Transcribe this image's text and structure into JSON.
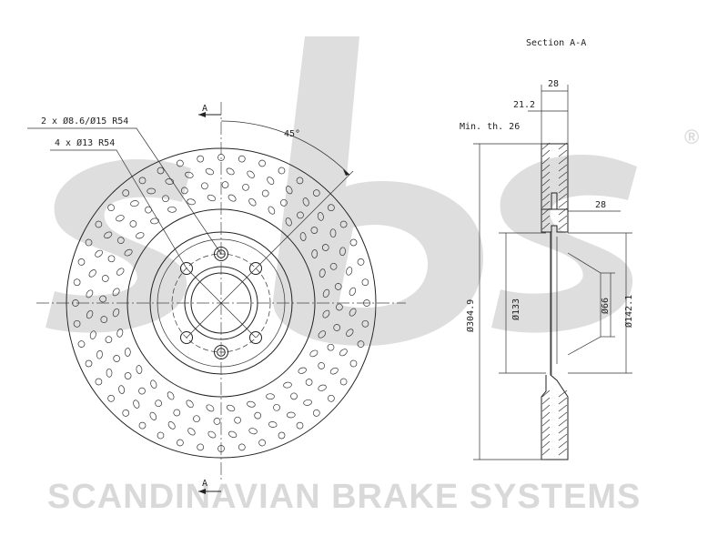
{
  "brand": {
    "watermark_text": "SCANDINAVIAN BRAKE SYSTEMS",
    "registered_mark": "®",
    "logo_letters": "sbs",
    "watermark_color": "#d9d9d9"
  },
  "front_view": {
    "section_marker_top": "A",
    "section_marker_bottom": "A",
    "callout_holes_1": "2 x Ø8.6/Ø15 R54",
    "callout_holes_2": "4 x Ø13 R54",
    "angle_label": "45°"
  },
  "section_view": {
    "title": "Section A-A",
    "dim_total_thickness": "28",
    "dim_offset": "21.2",
    "min_thickness": "Min. th. 26",
    "dim_hat_width": "28",
    "dia_outer": "Ø304.9",
    "dia_hat": "Ø133",
    "dia_center": "Ø66",
    "dia_pitch": "Ø142.1"
  }
}
